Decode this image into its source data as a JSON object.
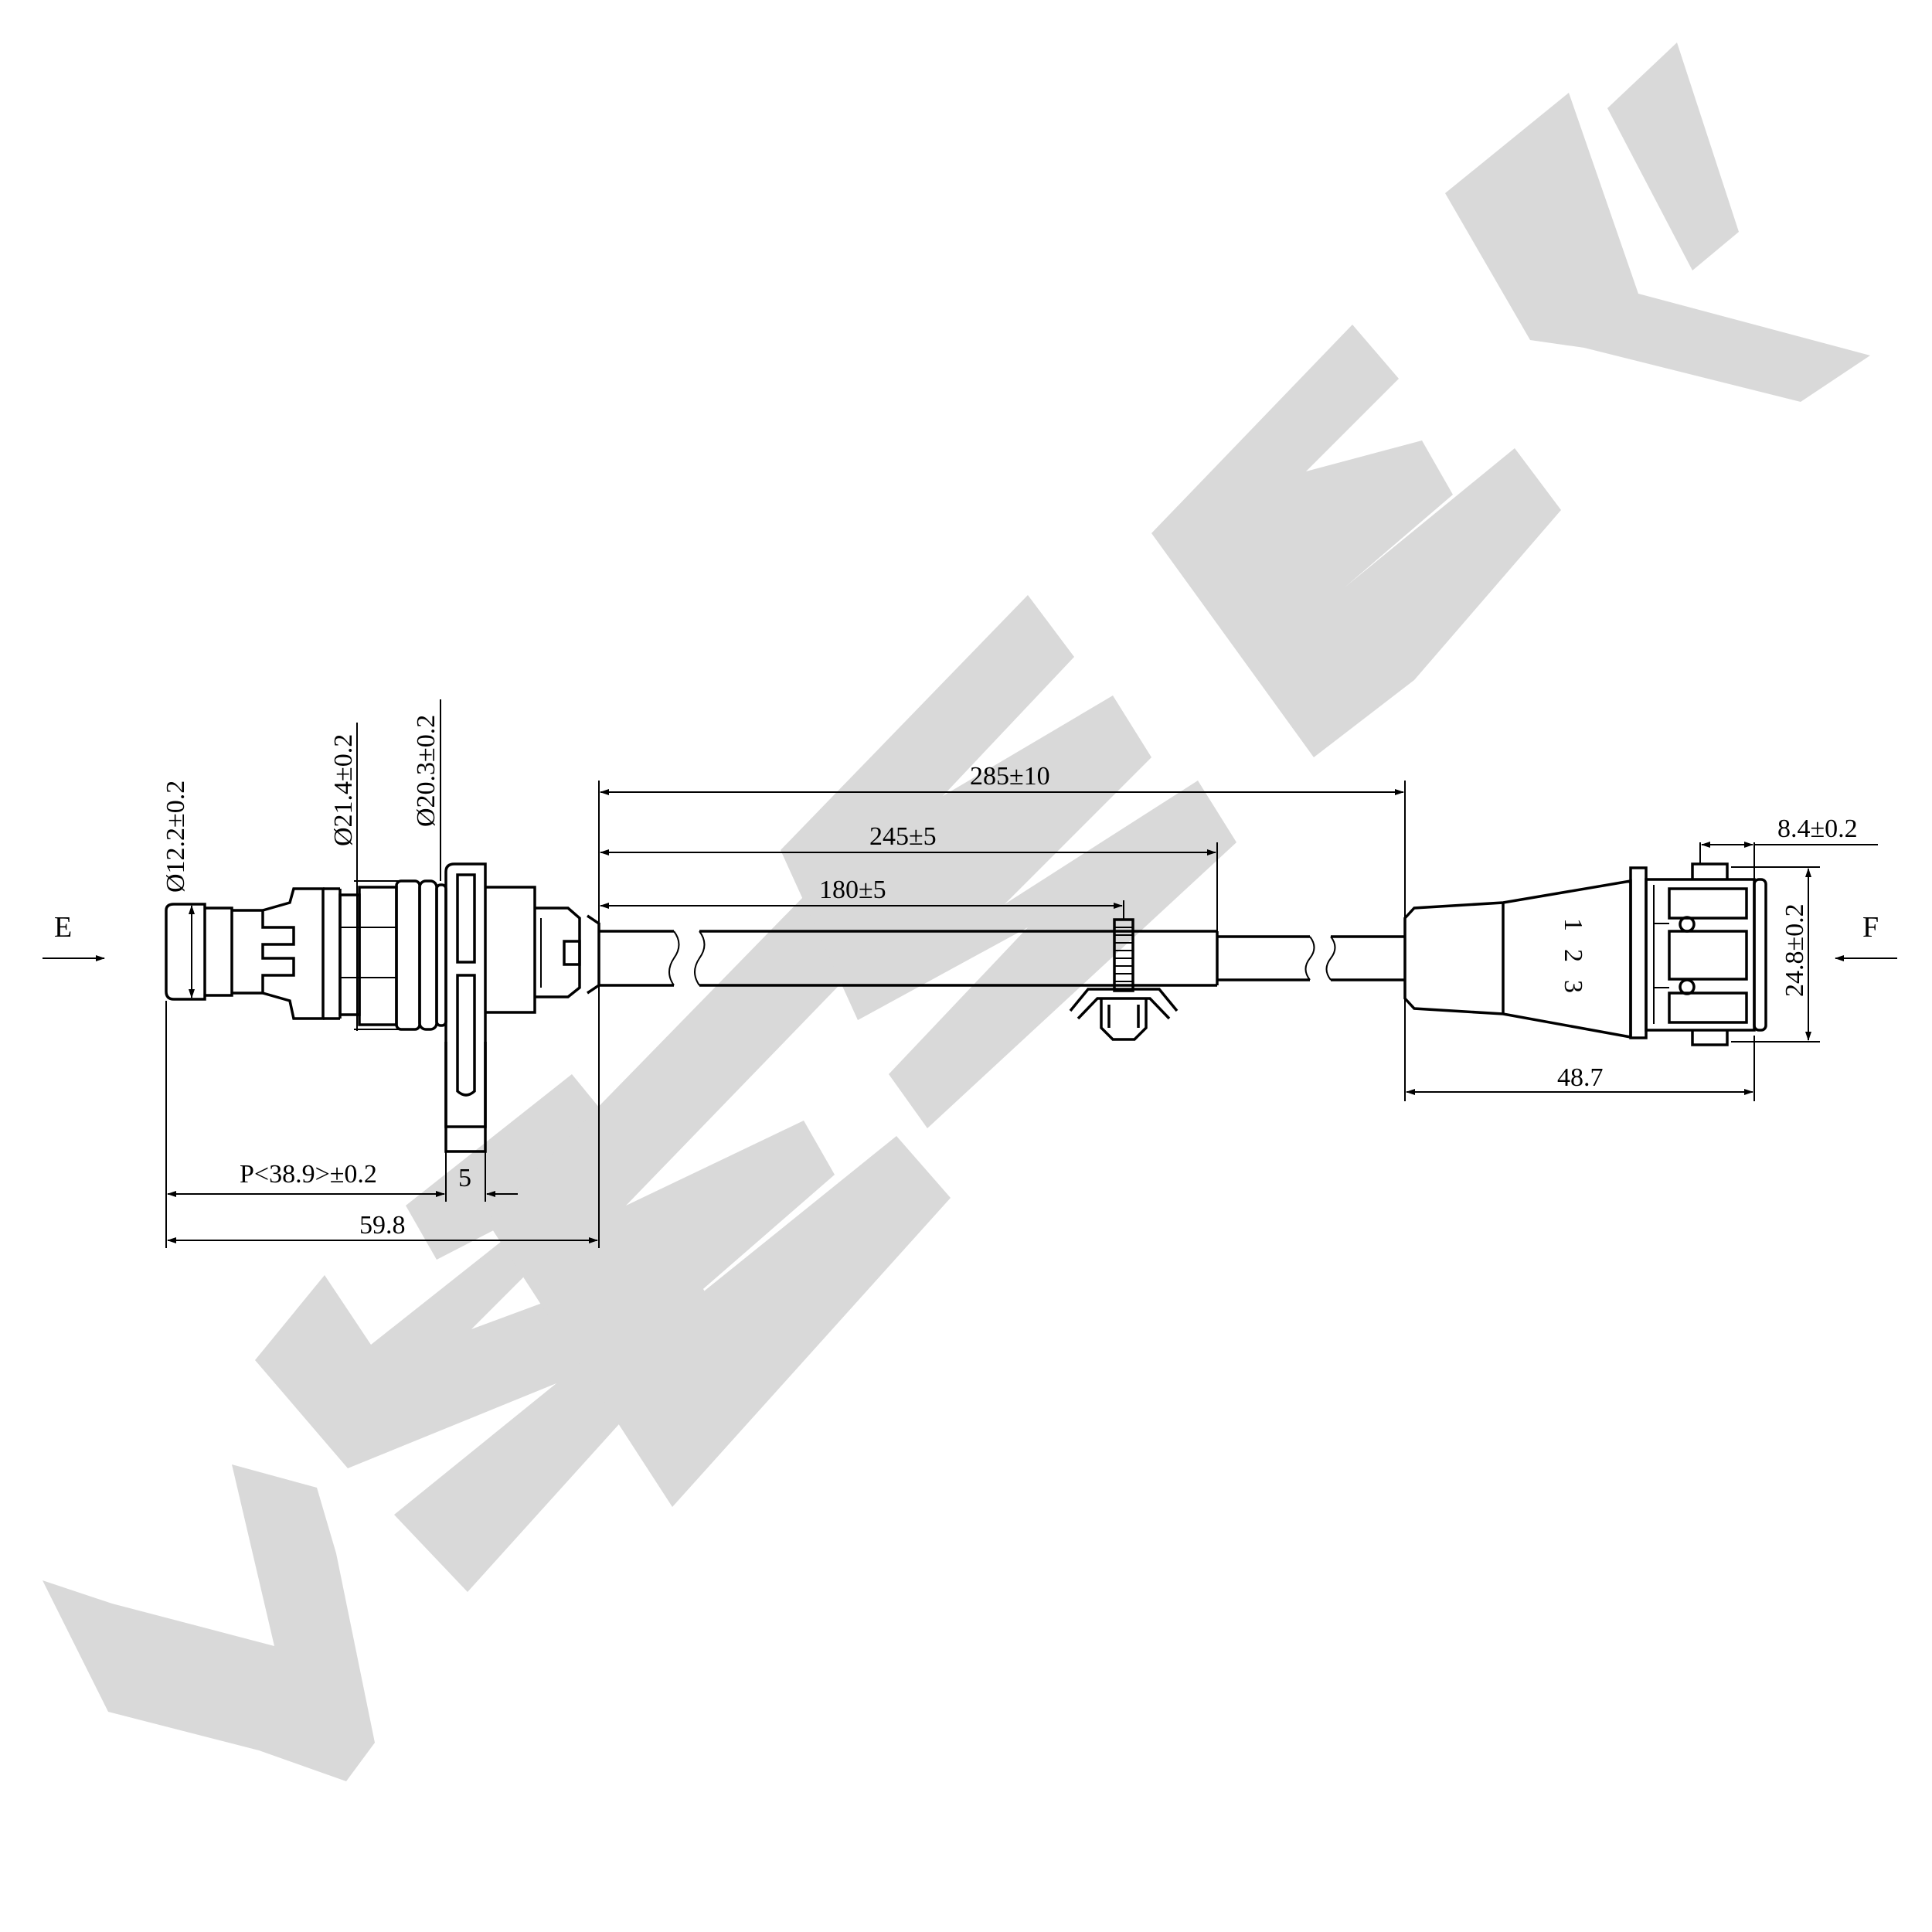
{
  "watermark": {
    "text": "ZENWEK",
    "color": "#d9d9d9"
  },
  "views": {
    "left_label": "E",
    "right_label": "F"
  },
  "dimensions": {
    "length_285": "285±10",
    "length_245": "245±5",
    "length_180": "180±5",
    "dia_12_2": "Ø12.2±0.2",
    "dia_21_4": "Ø21.4±0.2",
    "dia_20_3": "Ø20.3±0.2",
    "p_38_9": "P<38.9>±0.2",
    "flange_5": "5",
    "overall_59_8": "59.8",
    "conn_8_4": "8.4±0.2",
    "conn_24_8": "24.8±0.2",
    "conn_48_7": "48.7"
  },
  "connector_pins": [
    "1",
    "2",
    "3"
  ]
}
